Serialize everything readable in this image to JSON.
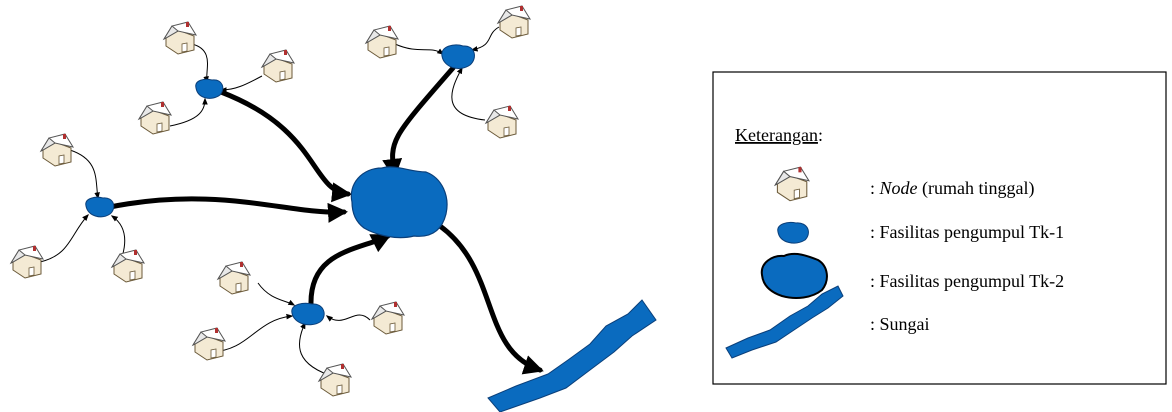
{
  "colors": {
    "facility_fill": "#0a6bbf",
    "facility_stroke": "#0a3f7a",
    "river": "#0a6bbf",
    "arrow": "#000000",
    "house_wall": "#f4ead4",
    "house_roof": "#ffffff"
  },
  "icons": {
    "house": "house-icon",
    "facility_level1": "small-blob-icon",
    "facility_level2": "large-blob-icon",
    "river": "river-icon"
  },
  "legend": {
    "title": "Keterangan",
    "title_suffix": ":",
    "items": [
      {
        "prefix": ": ",
        "italic": "Node",
        "text": " (rumah tinggal)",
        "icon": "house-icon"
      },
      {
        "prefix": ": ",
        "italic": "",
        "text": "Fasilitas pengumpul Tk-1",
        "icon": "small-blob-icon"
      },
      {
        "prefix": ": ",
        "italic": "",
        "text": "Fasilitas pengumpul Tk-2",
        "icon": "large-blob-icon"
      },
      {
        "prefix": ": ",
        "italic": "",
        "text": "Sungai",
        "icon": "river-icon"
      }
    ]
  }
}
